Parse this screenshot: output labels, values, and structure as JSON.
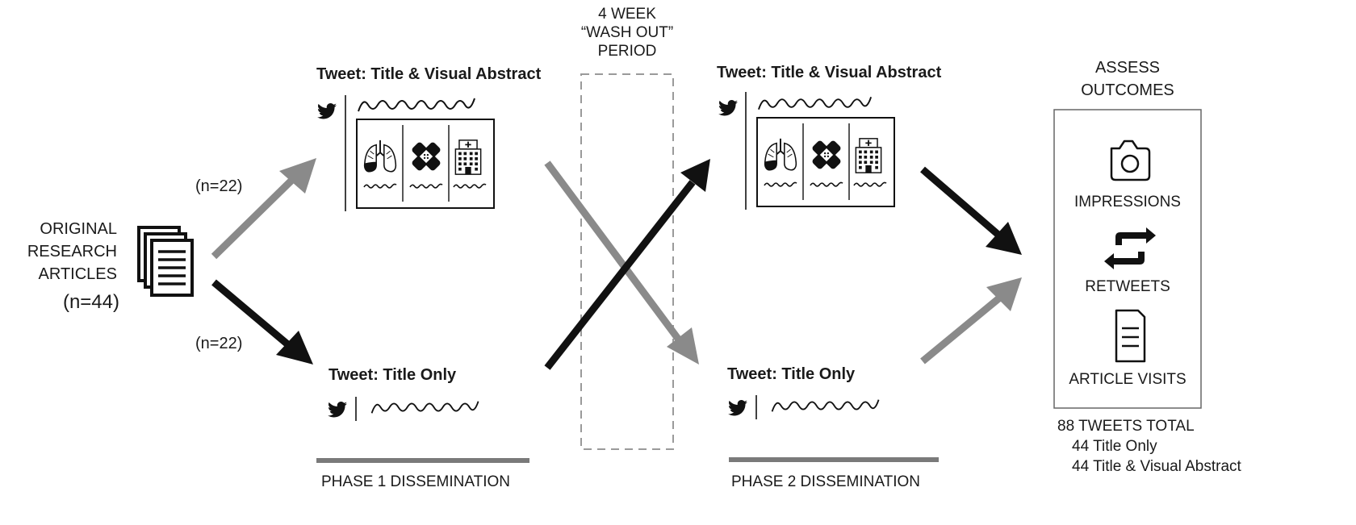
{
  "source": {
    "line1": "ORIGINAL",
    "line2": "RESEARCH",
    "line3": "ARTICLES",
    "count": "(n=44)"
  },
  "split": {
    "upper_n": "(n=22)",
    "lower_n": "(n=22)"
  },
  "phase1": {
    "visual_title": "Tweet: Title & Visual Abstract",
    "title_only": "Tweet: Title Only",
    "label": "PHASE 1 DISSEMINATION"
  },
  "washout": {
    "line1": "4 WEEK",
    "line2": "“WASH OUT”",
    "line3": "PERIOD"
  },
  "phase2": {
    "visual_title": "Tweet: Title & Visual Abstract",
    "title_only": "Tweet: Title Only",
    "label": "PHASE 2 DISSEMINATION"
  },
  "outcomes": {
    "heading1": "ASSESS",
    "heading2": "OUTCOMES",
    "items": [
      {
        "label": "IMPRESSIONS",
        "icon": "camera-icon"
      },
      {
        "label": "RETWEETS",
        "icon": "retweet-icon"
      },
      {
        "label": "ARTICLE VISITS",
        "icon": "document-icon"
      }
    ]
  },
  "totals": {
    "line1": "88 TWEETS TOTAL",
    "line2": "44 Title Only",
    "line3": "44 Title & Visual Abstract"
  },
  "colors": {
    "black_arrow": "#111111",
    "gray_arrow": "#8a8a8a",
    "phase_bar": "#7a7a7a",
    "washout_border": "#9a9a9a"
  }
}
